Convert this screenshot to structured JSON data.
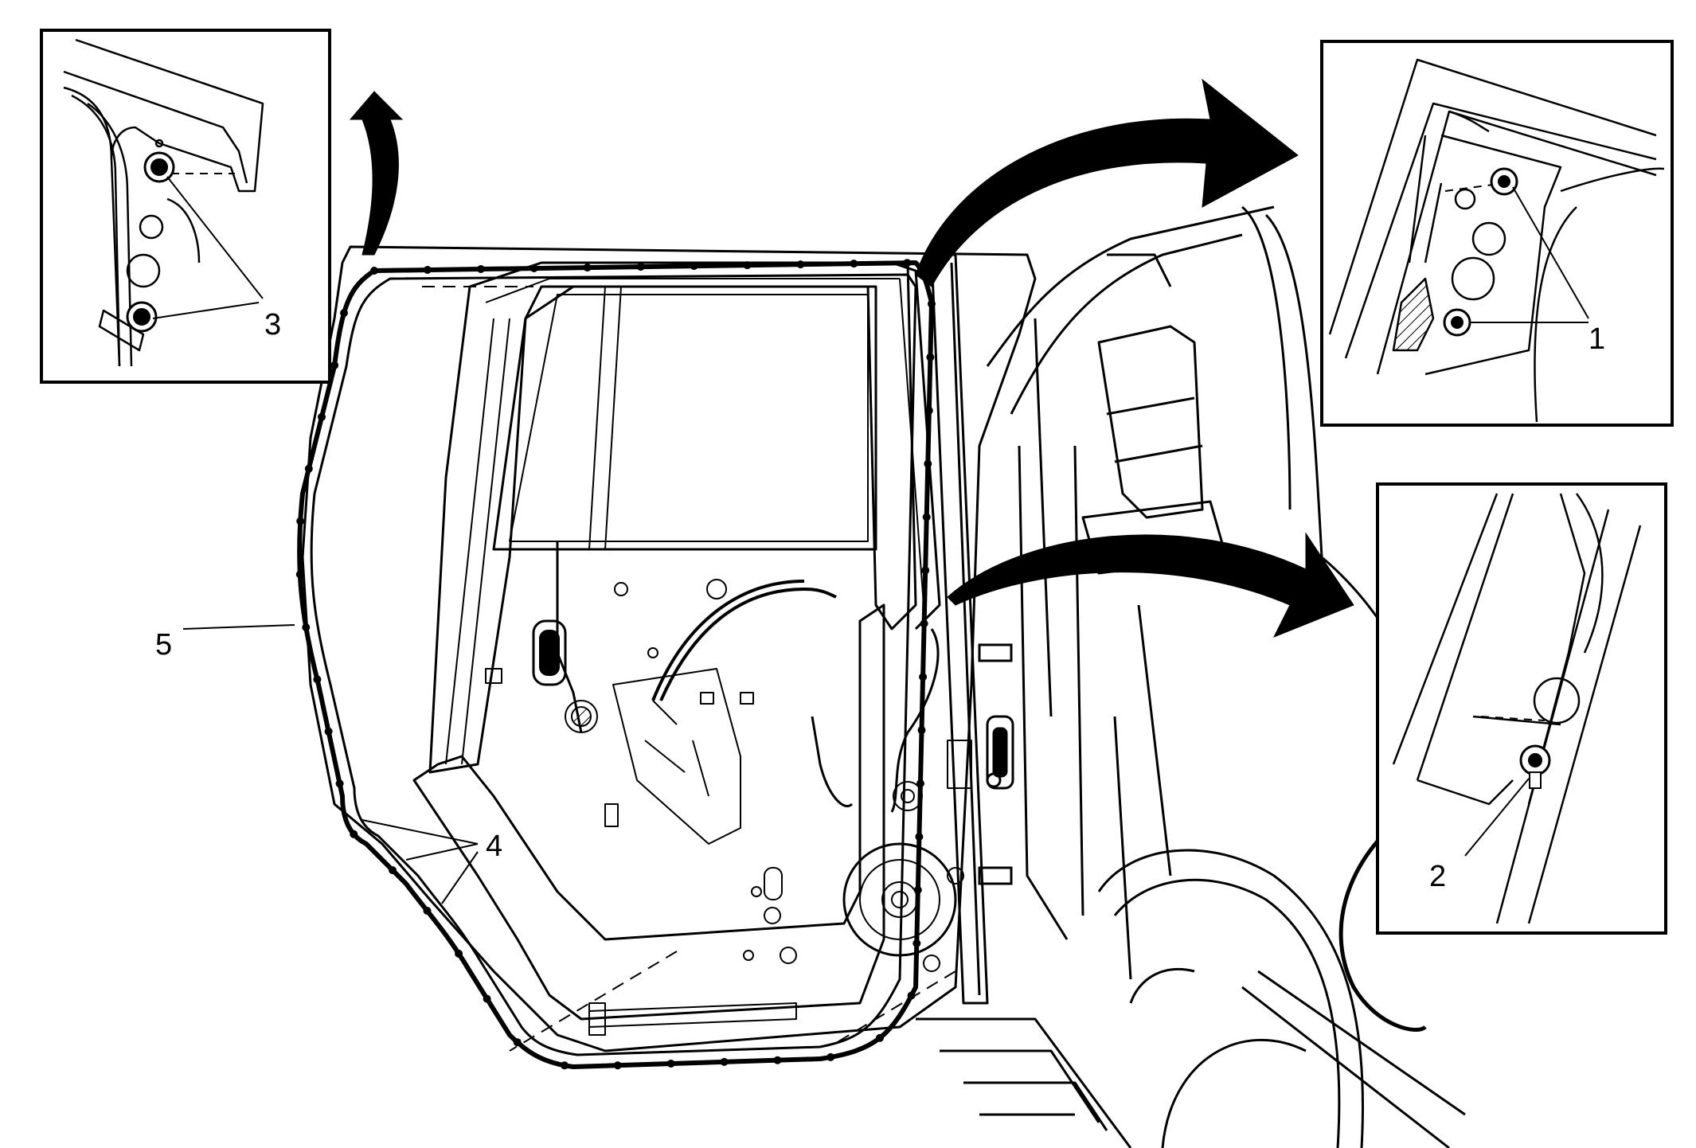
{
  "colors": {
    "line": "#000000",
    "background": "#ffffff",
    "shade": "#222222"
  },
  "callouts": {
    "c1": "1",
    "c2": "2",
    "c3": "3",
    "c4": "4",
    "c5": "5"
  },
  "icons": [
    "curved-arrow-icon",
    "fastener-icon",
    "grommet-icon",
    "speaker-icon"
  ]
}
